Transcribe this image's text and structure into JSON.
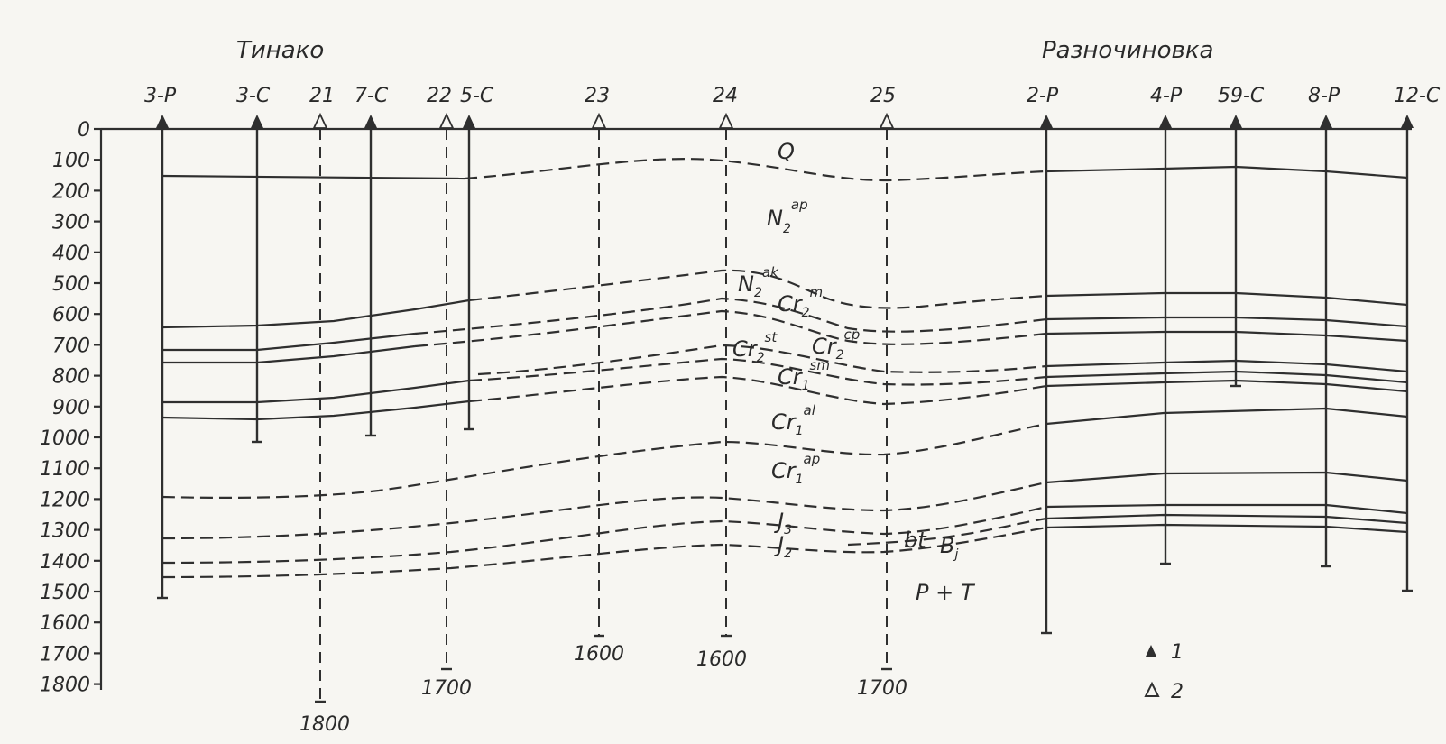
{
  "areas": [
    {
      "id": "tinako",
      "name": "Тинако"
    },
    {
      "id": "raznochinovka",
      "name": "Разночиновка"
    }
  ],
  "depth_ticks": [
    "0",
    "100",
    "200",
    "300",
    "400",
    "500",
    "600",
    "700",
    "800",
    "900",
    "1000",
    "1100",
    "1200",
    "1300",
    "1400",
    "1500",
    "1600",
    "1700",
    "1800"
  ],
  "wells": [
    {
      "id": "3-P",
      "label": "3-Р",
      "type": 1,
      "td_label": ""
    },
    {
      "id": "3-C",
      "label": "3-С",
      "type": 1,
      "td_label": ""
    },
    {
      "id": "21",
      "label": "21",
      "type": 2,
      "td_label": "1800"
    },
    {
      "id": "7-C",
      "label": "7-С",
      "type": 1,
      "td_label": ""
    },
    {
      "id": "22",
      "label": "22",
      "type": 2,
      "td_label": "1700"
    },
    {
      "id": "5-C",
      "label": "5-С",
      "type": 1,
      "td_label": ""
    },
    {
      "id": "23",
      "label": "23",
      "type": 2,
      "td_label": "1600"
    },
    {
      "id": "24",
      "label": "24",
      "type": 2,
      "td_label": "1600"
    },
    {
      "id": "25",
      "label": "25",
      "type": 2,
      "td_label": "1700"
    },
    {
      "id": "2-P",
      "label": "2-Р",
      "type": 1,
      "td_label": ""
    },
    {
      "id": "4-P",
      "label": "4-Р",
      "type": 1,
      "td_label": ""
    },
    {
      "id": "59-C",
      "label": "59-С",
      "type": 1,
      "td_label": ""
    },
    {
      "id": "8-P",
      "label": "8-Р",
      "type": 1,
      "td_label": ""
    },
    {
      "id": "12-C",
      "label": "12-С",
      "type": 1,
      "td_label": ""
    }
  ],
  "units": {
    "Q": {
      "base": "Q",
      "sub": "",
      "sup": ""
    },
    "N2ap": {
      "base": "N",
      "sub": "2",
      "sup": "ap"
    },
    "N2ak": {
      "base": "N",
      "sub": "2",
      "sup": "ak"
    },
    "Cr2m": {
      "base": "Cr",
      "sub": "2",
      "sup": "m"
    },
    "Cr2cp": {
      "base": "Cr",
      "sub": "2",
      "sup": "cp"
    },
    "Cr2st": {
      "base": "Cr",
      "sub": "2",
      "sup": "st"
    },
    "Cr1sm": {
      "base": "Cr",
      "sub": "1",
      "sup": "sm"
    },
    "Cr1al": {
      "base": "Cr",
      "sub": "1",
      "sup": "al"
    },
    "Cr1ap": {
      "base": "Cr",
      "sub": "1",
      "sup": "ap"
    },
    "J3": {
      "base": "J",
      "sub": "3",
      "sup": ""
    },
    "J2": {
      "base": "J",
      "sub": "2",
      "sup": ""
    },
    "bt": {
      "base": "bt",
      "sub": "",
      "sup": ""
    },
    "Bj": {
      "base": "B",
      "sub": "j",
      "sup": ""
    },
    "PT": {
      "base": "P + T",
      "sub": "",
      "sup": ""
    }
  },
  "legend": [
    {
      "symbol": "filled-triangle",
      "label": "1"
    },
    {
      "symbol": "open-triangle",
      "label": "2"
    }
  ]
}
